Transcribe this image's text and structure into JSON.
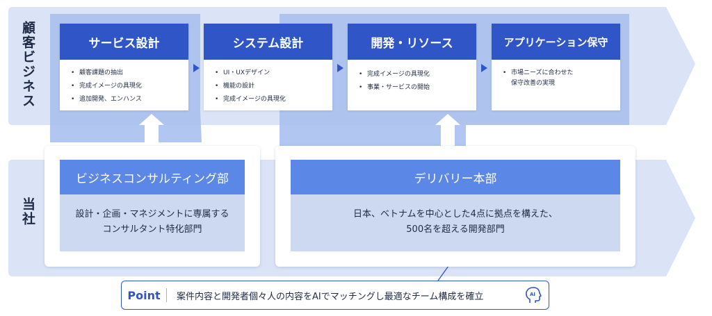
{
  "rows": {
    "customer": "顧客ビジネス",
    "company": "当社"
  },
  "phases": [
    {
      "title": "サービス設計",
      "items": [
        "顧客課題の抽出",
        "完成イメージの具現化",
        "追加開発、エンハンス"
      ]
    },
    {
      "title": "システム設計",
      "items": [
        "UI・UXデザイン",
        "機能の設計",
        "完成イメージの具現化"
      ]
    },
    {
      "title": "開発・リソース",
      "items": [
        "完成イメージの具現化",
        "事業・サービスの開始"
      ]
    },
    {
      "title": "アプリケーション保守",
      "items": [
        "市場ニーズに合わせた",
        "保守改善の実現"
      ]
    }
  ],
  "departments": [
    {
      "name": "ビジネスコンサルティング部",
      "desc": [
        "設計・企画・マネジメントに専属する",
        "コンサルタント特化部門"
      ]
    },
    {
      "name": "デリバリー本部",
      "desc": [
        "日本、ベトナムを中心とした4点に拠点を構えた、",
        "500名を超える開発部門"
      ]
    }
  ],
  "point": {
    "title": "Point",
    "text": "案件内容と開発者個々人の内容をAIでマッチングし最適なチーム構成を確立",
    "icon": "ai-head-icon",
    "icon_label": "AI"
  },
  "colors": {
    "band_light": "#dbe4f6",
    "band_mid": "#a9c0ee",
    "primary": "#2f55c7",
    "secondary": "#5b88e6"
  }
}
